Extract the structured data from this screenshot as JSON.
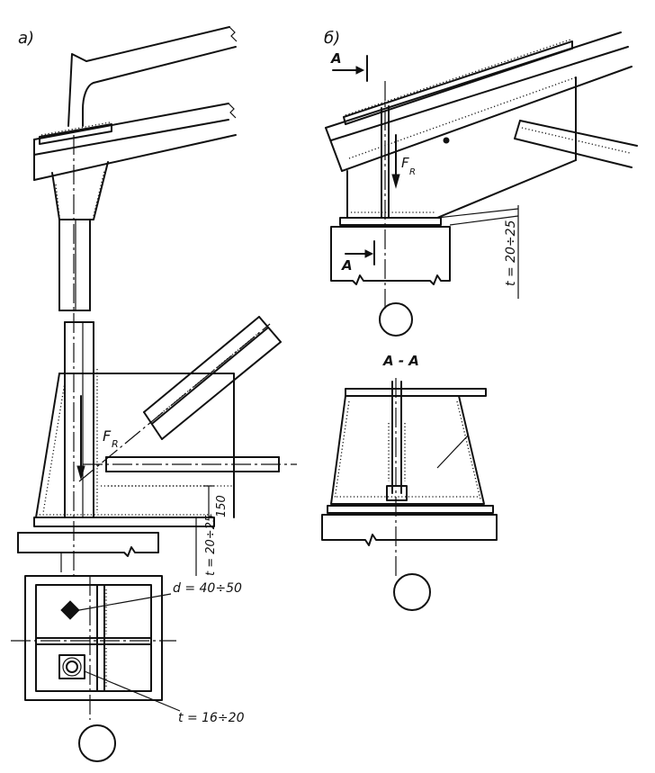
{
  "panel_a": {
    "label": "а)",
    "force_label": "F",
    "force_subscript": "R",
    "dimensions": {
      "height_150": "150",
      "thickness_top": "t = 20÷25",
      "anchor_diameter": "d = 40÷50",
      "plate_thickness": "t = 16÷20"
    }
  },
  "panel_b": {
    "label": "б)",
    "section_marker": "A",
    "force_label": "F",
    "force_subscript": "R",
    "thickness": "t = 20÷25",
    "section_title": "A - A"
  }
}
